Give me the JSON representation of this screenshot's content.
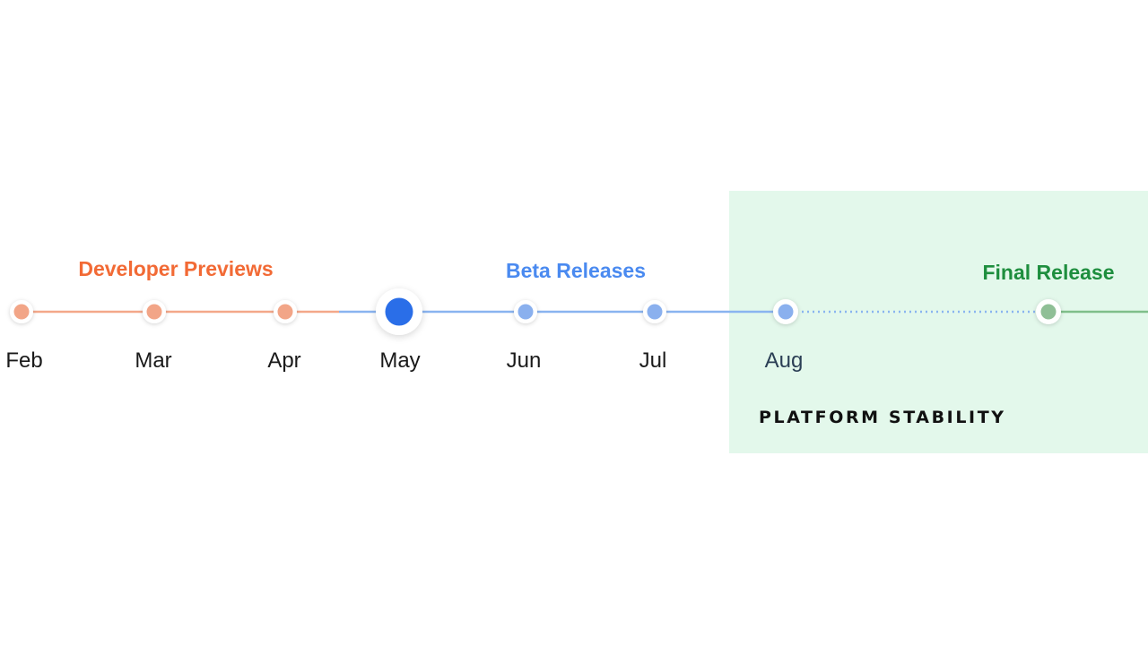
{
  "colors": {
    "background": "#ffffff",
    "developer_preview": "#f26a35",
    "developer_preview_dot": "#f2a587",
    "developer_preview_line": "#f4a88a",
    "beta": "#4a8af0",
    "beta_dot": "#8ab0ee",
    "beta_line": "#8ab4f0",
    "current": "#2a6ee8",
    "final": "#1e8e3e",
    "final_dot": "#8fbf96",
    "final_line": "#7fbf8a",
    "stability_region": "#e3f8eb",
    "month_text": "#1a1a1a",
    "aug_text": "#2b3f55",
    "stability_text": "#111111"
  },
  "phases": [
    {
      "id": "developer-previews",
      "label": "Developer Previews",
      "color": "#f26a35"
    },
    {
      "id": "beta-releases",
      "label": "Beta Releases",
      "color": "#4a8af0"
    },
    {
      "id": "final-release",
      "label": "Final Release",
      "color": "#1e8e3e"
    }
  ],
  "months": [
    {
      "label": "Feb",
      "phase": "developer-previews",
      "current": false
    },
    {
      "label": "Mar",
      "phase": "developer-previews",
      "current": false
    },
    {
      "label": "Apr",
      "phase": "developer-previews",
      "current": false
    },
    {
      "label": "May",
      "phase": "beta-releases",
      "current": true
    },
    {
      "label": "Jun",
      "phase": "beta-releases",
      "current": false
    },
    {
      "label": "Jul",
      "phase": "beta-releases",
      "current": false
    },
    {
      "label": "Aug",
      "phase": "beta-releases",
      "current": false
    }
  ],
  "final_milestone": {
    "phase": "final-release",
    "label": ""
  },
  "stability_region": {
    "label": "PLATFORM STABILITY",
    "starts_at_month": "Aug"
  }
}
